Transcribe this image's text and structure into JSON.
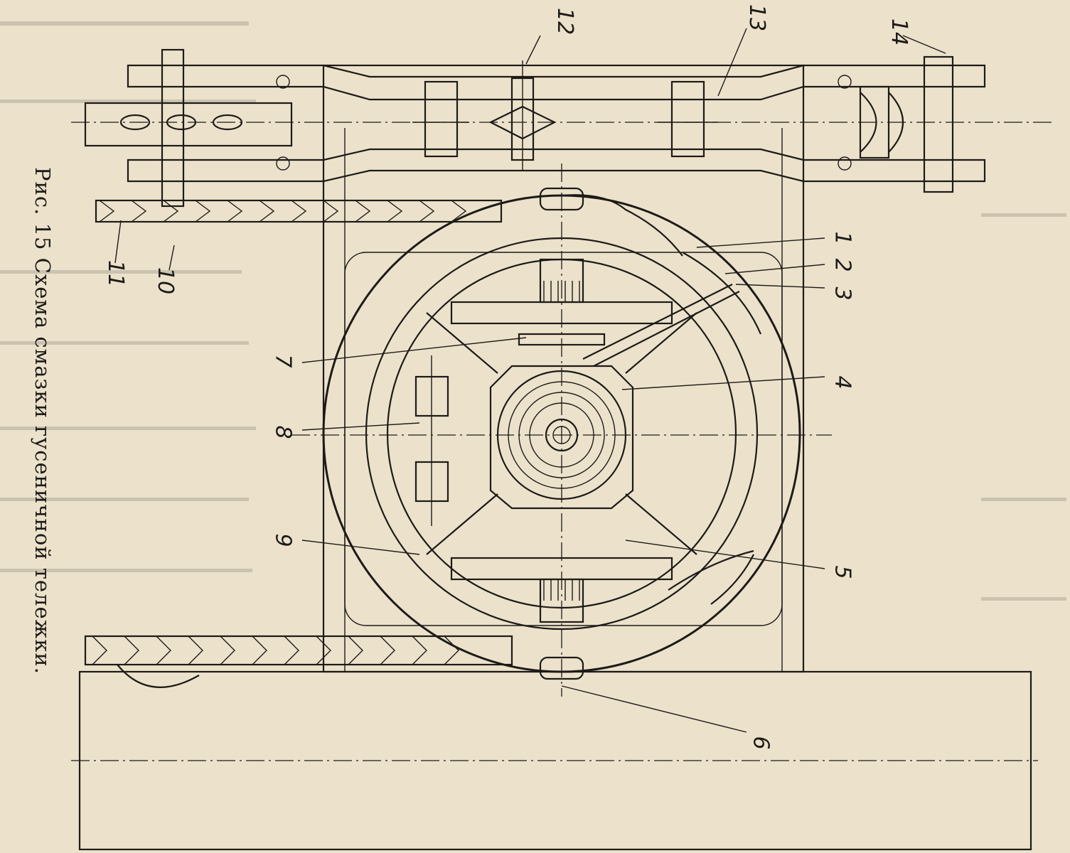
{
  "figure": {
    "caption": "Рис. 15 Схема смазки гусеничной тележки.",
    "labels": [
      "1",
      "2",
      "3",
      "4",
      "5",
      "6",
      "7",
      "8",
      "9",
      "10",
      "11",
      "12",
      "13",
      "14"
    ]
  },
  "colors": {
    "paper": "#ece2cb",
    "ink": "#1d1b18"
  }
}
